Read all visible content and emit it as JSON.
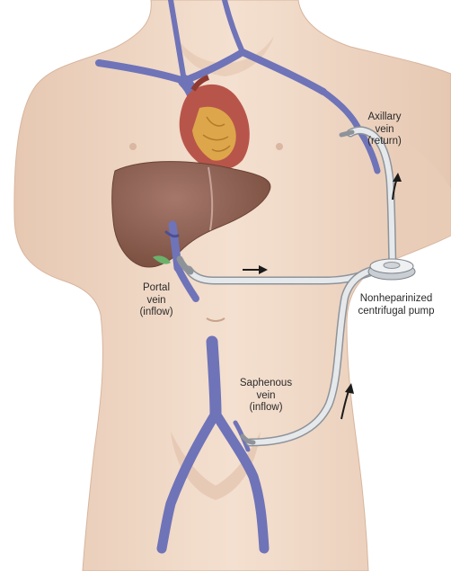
{
  "labels": {
    "axillary": [
      "Axillary",
      "vein",
      "(return)"
    ],
    "portal": [
      "Portal",
      "vein",
      "(inflow)"
    ],
    "pump": [
      "Nonheparinized",
      "centrifugal pump"
    ],
    "saphenous": [
      "Saphenous",
      "vein",
      "(inflow)"
    ]
  },
  "colors": {
    "skin": "#f2dccb",
    "skin_shade": "#dfc1ab",
    "vein": "#6f73b8",
    "vein_dark": "#4d4f93",
    "liver": "#8c5f4e",
    "liver_light": "#a4776a",
    "heart": "#b8554a",
    "heart_fat": "#e4b54a",
    "tubing": "#d6dadf",
    "tubing_edge": "#8e9399",
    "arrow": "#1b1b1b",
    "text": "#2a2a2a"
  }
}
